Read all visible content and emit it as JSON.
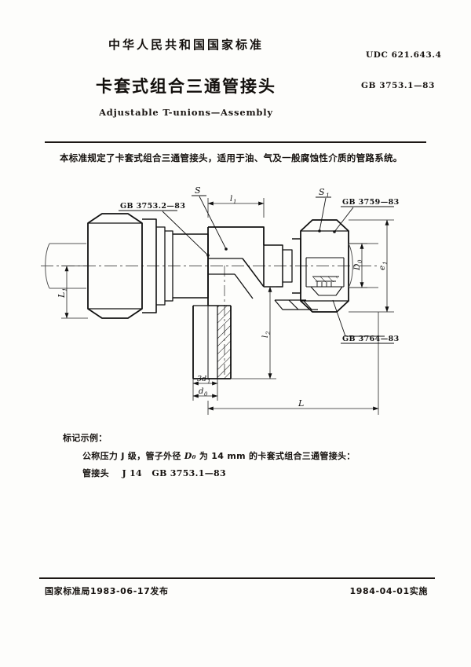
{
  "header": {
    "cn_title": "中华人民共和国国家标准",
    "main_title": "卡套式组合三通管接头",
    "en_title": "Adjustable T-unions—Assembly",
    "udc": "UDC  621.643.4",
    "gb_code": "GB  3753.1—83"
  },
  "scope": {
    "text": "本标准规定了卡套式组合三通管接头，适用于油、气及一般腐蚀性介质的管路系统。"
  },
  "drawing": {
    "labels": {
      "part_left": "GB 3753.2—83",
      "part_right_top": "GB 3759—83",
      "part_right_bottom": "GB 3764—83",
      "dim_s": "S",
      "dim_s1": "S₁",
      "dim_l1": "l₁",
      "dim_l2": "l₂",
      "dim_L": "L",
      "dim_L1": "L₁",
      "dim_d0": "d₀",
      "dim_3d1": "3d₁",
      "dim_D0": "D₀",
      "dim_e1": "e₁"
    }
  },
  "marking": {
    "title": "标记示例：",
    "line1_pre": "公称压力 J 级，管子外径 ",
    "line1_sym": "D₀",
    "line1_post": " 为 14 mm 的卡套式组合三通管接头：",
    "line2_name": "管接头",
    "line2_spec": "J 14",
    "line2_code": "GB  3753.1—83"
  },
  "footer": {
    "left": "国家标准局1983-06-17发布",
    "right": "1984-04-01实施"
  }
}
